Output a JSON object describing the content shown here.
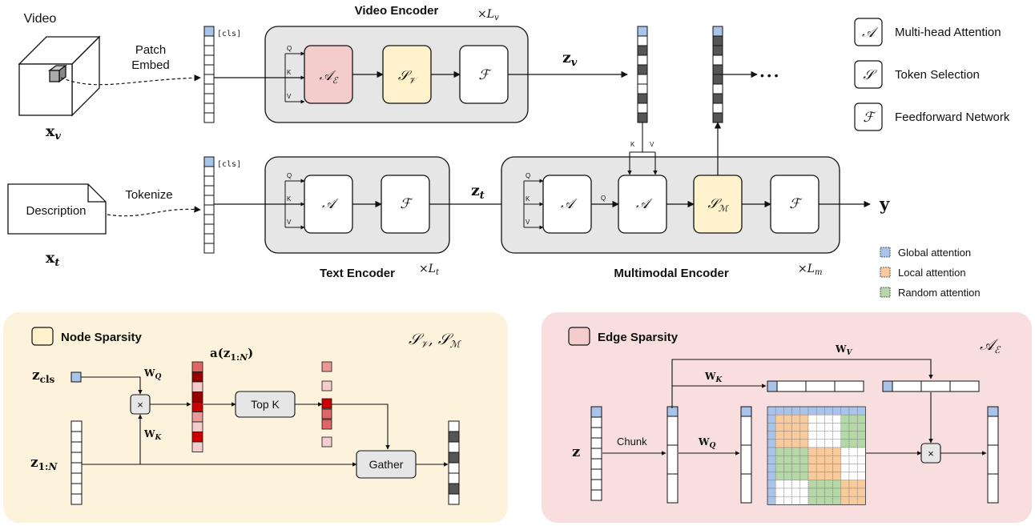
{
  "colors": {
    "encoder_bg": "#e6e6e6",
    "attention_pink": "#f4cccc",
    "selection_yellow": "#fff2cc",
    "node_panel": "#fdf3dc",
    "edge_panel": "#f8dede",
    "global_blue": "#a9c4eb",
    "local_orange": "#f9cb9c",
    "random_green": "#b6d7a8",
    "dark_token": "#555555"
  },
  "inputs": {
    "video_label": "Video",
    "video_var": "x_v",
    "patch_embed": "Patch Embed",
    "description": "Description",
    "tokenize": "Tokenize",
    "text_var": "x_t",
    "cls_token": "[cls]"
  },
  "video_encoder": {
    "title": "Video Encoder",
    "repeat": "×L_v",
    "sym_attn": "A_E",
    "sym_sel": "S_V",
    "sym_ff": "F",
    "output": "z_v"
  },
  "text_encoder": {
    "title": "Text Encoder",
    "repeat": "×L_t",
    "sym_attn": "A",
    "sym_ff": "F",
    "output": "z_t"
  },
  "multimodal_encoder": {
    "title": "Multimodal Encoder",
    "repeat": "×L_m",
    "sym_attn": "A",
    "sym_sel": "S_M",
    "sym_ff": "F",
    "output": "y"
  },
  "qkv": {
    "q": "Q",
    "k": "K",
    "v": "V"
  },
  "ellipsis": "• • •",
  "legend": {
    "items": [
      {
        "sym": "A",
        "label": "Multi-head Attention"
      },
      {
        "sym": "S",
        "label": "Token Selection"
      },
      {
        "sym": "F",
        "label": "Feedforward Network"
      }
    ],
    "attention_types": [
      {
        "label": "Global attention",
        "color": "#a9c4eb"
      },
      {
        "label": "Local attention",
        "color": "#f9cb9c"
      },
      {
        "label": "Random attention",
        "color": "#b6d7a8"
      }
    ]
  },
  "node_sparsity": {
    "title": "Node Sparsity",
    "symbols": "S_V, S_M",
    "z_cls": "z_cls",
    "z_seq": "z_1:N",
    "w_q": "W_Q",
    "w_k": "W_K",
    "multiply": "×",
    "scores": "a(z_1:N)",
    "topk": "Top K",
    "gather": "Gather"
  },
  "edge_sparsity": {
    "title": "Edge Sparsity",
    "symbol": "A_E",
    "z": "z",
    "chunk": "Chunk",
    "w_v": "W_V",
    "w_k": "W_K",
    "w_q": "W_Q",
    "multiply": "×"
  }
}
